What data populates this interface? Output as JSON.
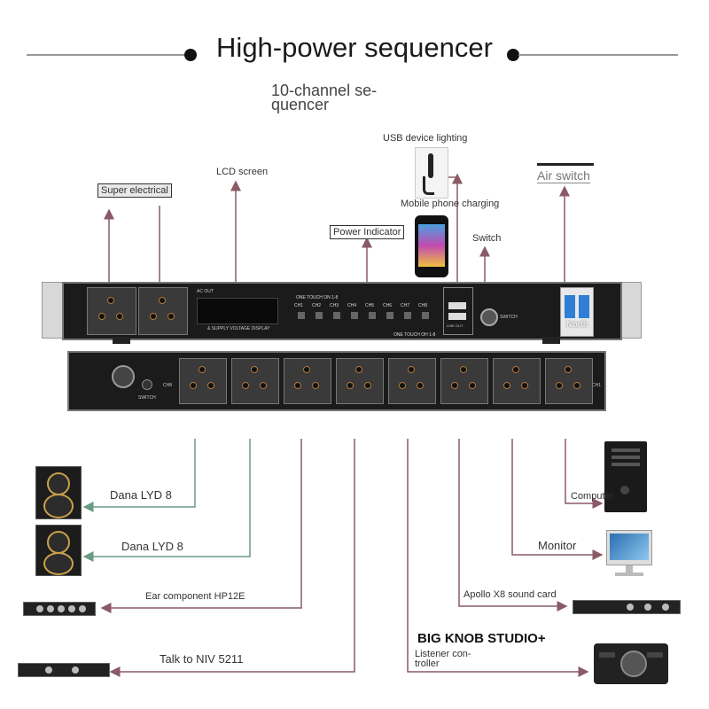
{
  "title": "High-power sequencer",
  "subtitle": "10-channel se- quencer",
  "top_labels": {
    "super_electrical": "Super electrical appli-",
    "lcd_screen": "LCD screen",
    "usb_lighting": "USB device lighting",
    "mobile_charging": "Mobile phone charging",
    "power_indicator": "Power Indicator",
    "switch": "Switch",
    "air_switch": "Air switch"
  },
  "panel": {
    "ac_out": "AC OUT",
    "voltage_display": "& SUPPLY VOLTAGE DISPLAY",
    "one_touch_top": "ONE TOUCH ON 1-8",
    "one_touch_bottom": "ONE TOUCH OH 1-8",
    "channels": [
      "CH1",
      "CH2",
      "CH3",
      "CH4",
      "CH5",
      "CH6",
      "CH7",
      "CH8"
    ],
    "switch_label": "SWITCH",
    "usb_label": "LINE OUT",
    "breaker_label": "North",
    "rear_ch8": "CH8",
    "rear_ch1": "CH1",
    "rear_switch": "SWITCH"
  },
  "devices": {
    "dana1": "Dana LYD 8",
    "dana2": "Dana LYD 8",
    "ear_component": "Ear component HP12E",
    "talk_to": "Talk to NIV 5211",
    "computer": "Computer",
    "monitor": "Monitor",
    "apollo": "Apollo X8 sound card",
    "big_knob": "BIG KNOB STUDIO+",
    "listener": "Listener con- troller"
  },
  "colors": {
    "wire_red": "#8a5a66",
    "wire_green": "#6b9a86",
    "rack_dark": "#1b1b1b"
  }
}
